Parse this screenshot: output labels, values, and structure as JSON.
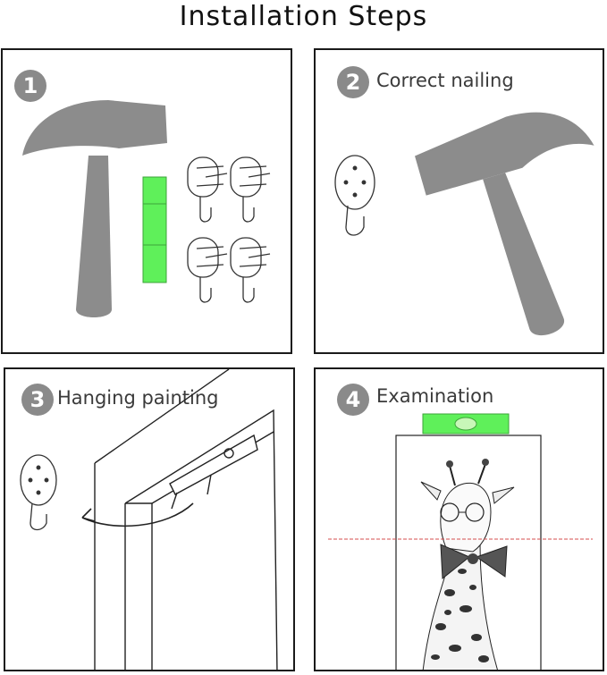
{
  "title": "Installation Steps",
  "steps": [
    {
      "number": "1",
      "label": ""
    },
    {
      "number": "2",
      "label": "Correct nailing"
    },
    {
      "number": "3",
      "label": "Hanging painting"
    },
    {
      "number": "4",
      "label": "Examination"
    }
  ],
  "colors": {
    "badge": "#8a8a8a",
    "hammer": "#8c8c8c",
    "level_green": "#5ff05a",
    "border": "#1a1a1a",
    "guide_line": "#d44c4c"
  },
  "icons": [
    "hammer-icon",
    "level-icon",
    "hook-icon",
    "door-frame-icon",
    "rotate-arrow-icon",
    "giraffe-painting-icon"
  ]
}
